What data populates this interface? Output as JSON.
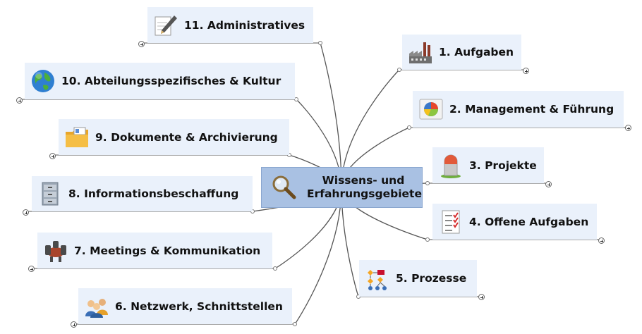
{
  "center": {
    "label_line1": "Wissens- und",
    "label_line2": "Erfahrungsgebiete",
    "icon": "magnifier-icon"
  },
  "topics": [
    {
      "id": "aufgaben",
      "label": "1. Aufgaben",
      "icon": "factory-icon"
    },
    {
      "id": "management",
      "label": "2. Management & Führung",
      "icon": "pie-chart-icon"
    },
    {
      "id": "projekte",
      "label": "3. Projekte",
      "icon": "milestone-icon"
    },
    {
      "id": "offene",
      "label": "4. Offene Aufgaben",
      "icon": "checklist-icon"
    },
    {
      "id": "prozesse",
      "label": "5. Prozesse",
      "icon": "flowchart-icon"
    },
    {
      "id": "netzwerk",
      "label": "6. Netzwerk, Schnittstellen",
      "icon": "people-icon"
    },
    {
      "id": "meetings",
      "label": "7. Meetings & Kommunikation",
      "icon": "meeting-chairs-icon"
    },
    {
      "id": "info",
      "label": "8. Informationsbeschaffung",
      "icon": "filing-cabinet-icon"
    },
    {
      "id": "dokumente",
      "label": "9. Dokumente & Archivierung",
      "icon": "folder-icon"
    },
    {
      "id": "abteilung",
      "label": "10. Abteilungsspezifisches & Kultur",
      "icon": "globe-icon"
    },
    {
      "id": "admin",
      "label": "11. Administratives",
      "icon": "pen-paper-icon"
    }
  ],
  "colors": {
    "node_bg": "#eaf1fb",
    "center_bg": "#a9c1e3",
    "line": "#555555"
  }
}
